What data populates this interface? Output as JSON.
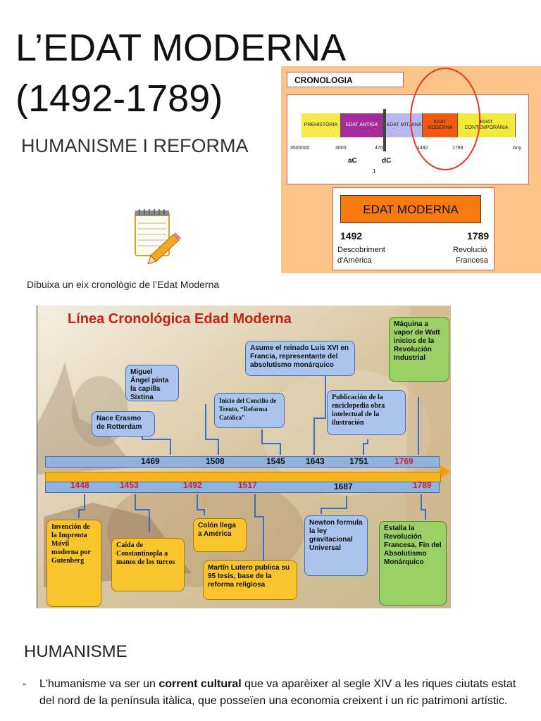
{
  "title_line1": "L’EDAT MODERNA",
  "title_line2": "(1492-1789)",
  "subtitle": "HUMANISME I REFORMA",
  "caption": "Dibuixa un eix cronològic de l’Edat Moderna",
  "chrono": {
    "label": "CRONOLOGIA",
    "eras": [
      "PREHISTÒRIA",
      "EDAT ANTIGA",
      "EDAT MITJANA",
      "EDAT MODERNA",
      "EDAT CONTEMPORÀNIA"
    ],
    "era_colors": [
      "#f7e948",
      "#a62c9c",
      "#b7b7f0",
      "#f25a10",
      "#f2e93c"
    ],
    "years": [
      "3500000",
      "3000",
      "476",
      "1492",
      "1789",
      "Any"
    ],
    "ac": "aC",
    "dc": "dC",
    "one": "1",
    "em_title": "EDAT MODERNA",
    "em_start_year": "1492",
    "em_end_year": "1789",
    "em_start_l1": "Descobriment",
    "em_start_l2": "d'Amèrica",
    "em_end_l1": "Revolució",
    "em_end_l2": "Francesa"
  },
  "timeline": {
    "title": "Línea Cronológica Edad Moderna",
    "top_years": [
      "1469",
      "1508",
      "1545",
      "1643",
      "1751",
      "1769"
    ],
    "bottom_years": [
      "1448",
      "1453",
      "1492",
      "1517",
      "1687",
      "1789"
    ],
    "events": {
      "erasmo": "Nace Erasmo de Rotterdam",
      "miguel": "Miguel Ángel pinta la capilla Sixtina",
      "trento": "Inicio del Concilio de Trento, “Reforma Católica”",
      "luis": "Asume el reinado Luis XVI en Francia, representante del absolutismo monárquico",
      "enciclo": "Publicación de la enciclopedia obra intelectual de la ilustración",
      "watt": "Máquina a vapor de Watt inicios de la Revolución Industrial",
      "imprenta": "Invención de la Imprenta Móvil moderna por Gutenberg",
      "constant": "Caída de Constantinopla a manos de los turcos",
      "colon": "Colón llega a América",
      "lutero": "Martín Lutero publica su 95 tesis, base de la reforma religiosa",
      "newton": "Newton formula la ley gravitacional Universal",
      "revol": "Estalla la Revolución Francesa, Fin del Absolutismo Monárquico"
    }
  },
  "section_heading": "HUMANISME",
  "bullet": {
    "dash": "-",
    "before": "L'humanisme va ser un ",
    "bold": "corrent cultural",
    "after": " que va aparèixer al segle XIV a les riques ciutats estat del nord de la península itàlica, que posseïen una economia creixent i un ric patrimoni artístic."
  }
}
